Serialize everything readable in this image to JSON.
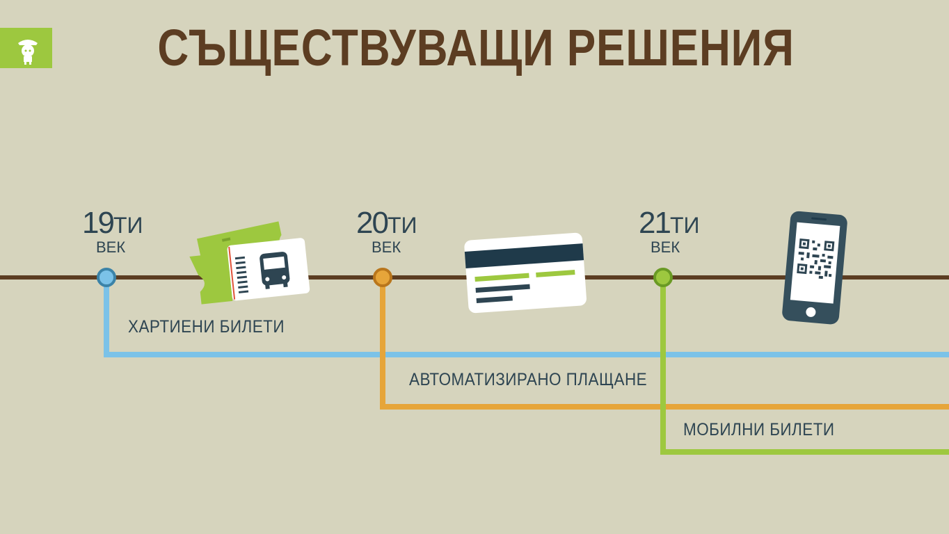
{
  "title": "СЪЩЕСТВУВАЩИ РЕШЕНИЯ",
  "logo_icon": "conductor-icon",
  "colors": {
    "background": "#d6d4bd",
    "timeline": "#5c3d22",
    "title": "#5c3d22",
    "text": "#2e4552",
    "blue": "#7bc2e8",
    "orange": "#e6a53a",
    "green": "#9dc83f"
  },
  "milestones": [
    {
      "century": "19",
      "suffix": "ТИ",
      "unit": "ВЕК",
      "label": "ХАРТИЕНИ БИЛЕТИ",
      "color": "#7bc2e8",
      "icon": "paper-ticket-icon"
    },
    {
      "century": "20",
      "suffix": "ТИ",
      "unit": "ВЕК",
      "label": "АВТОМАТИЗИРАНО ПЛАЩАНЕ",
      "color": "#e6a53a",
      "icon": "bank-card-icon"
    },
    {
      "century": "21",
      "suffix": "ТИ",
      "unit": "ВЕК",
      "label": "МОБИЛНИ БИЛЕТИ",
      "color": "#9dc83f",
      "icon": "qr-phone-icon"
    }
  ]
}
